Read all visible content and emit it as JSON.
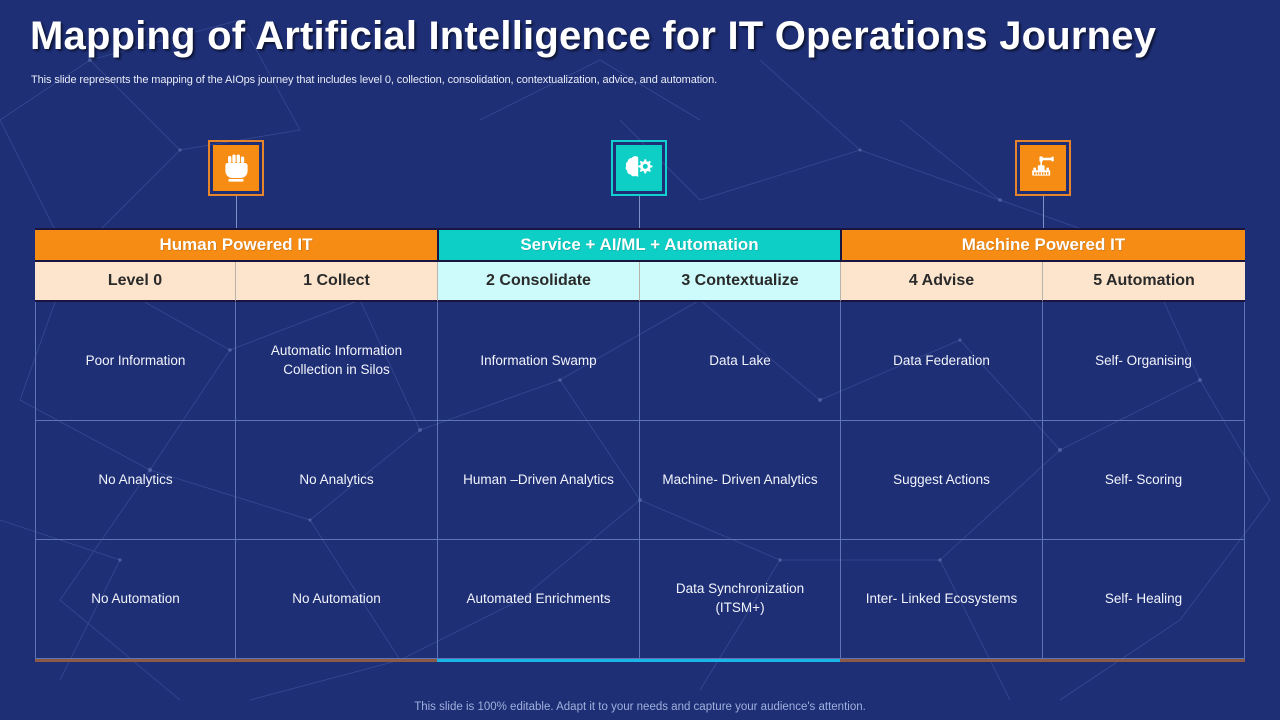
{
  "slide": {
    "title": "Mapping of Artificial Intelligence for IT Operations Journey",
    "subtitle": "This slide represents the mapping of the AIOps journey that includes level 0, collection, consolidation, contextualization, advice, and automation.",
    "footer_note": "This slide is 100% editable. Adapt it to your needs and capture your audience's attention."
  },
  "colors": {
    "background": "#1e2f76",
    "orange": "#f78c14",
    "teal": "#0ecfc6",
    "cream": "#fde5cd",
    "light_cyan": "#cdfafa",
    "border_dark": "#1a1540",
    "cell_border": "#5f74b4",
    "accent_orange": "#8a5a46",
    "accent_cyan": "#17b7e8"
  },
  "badges": [
    {
      "icon": "fist-icon",
      "theme": "orange"
    },
    {
      "icon": "brain-gear-icon",
      "theme": "teal"
    },
    {
      "icon": "robot-arm-icon",
      "theme": "orange"
    }
  ],
  "groups": [
    {
      "label": "Human Powered IT",
      "theme": "orange"
    },
    {
      "label": "Service + AI/ML + Automation",
      "theme": "teal"
    },
    {
      "label": "Machine Powered IT",
      "theme": "orange"
    }
  ],
  "levels": [
    {
      "label": "Level 0",
      "theme": "cream"
    },
    {
      "label": "1 Collect",
      "theme": "cream"
    },
    {
      "label": "2 Consolidate",
      "theme": "cyan"
    },
    {
      "label": "3 Contextualize",
      "theme": "cyan"
    },
    {
      "label": "4 Advise",
      "theme": "cream"
    },
    {
      "label": "5 Automation",
      "theme": "cream"
    }
  ],
  "rows": [
    {
      "c1": "Poor Information",
      "c2": "Automatic Information Collection in Silos",
      "c3": "Information  Swamp",
      "c4": "Data Lake",
      "c5": "Data Federation",
      "c6": "Self- Organising"
    },
    {
      "c1": "No Analytics",
      "c2": "No Analytics",
      "c3": "Human –Driven Analytics",
      "c4": "Machine- Driven Analytics",
      "c5": "Suggest Actions",
      "c6": "Self- Scoring"
    },
    {
      "c1": "No Automation",
      "c2": "No Automation",
      "c3": "Automated Enrichments",
      "c4": "Data Synchronization (ITSM+)",
      "c5": "Inter-  Linked Ecosystems",
      "c6": "Self- Healing"
    }
  ]
}
